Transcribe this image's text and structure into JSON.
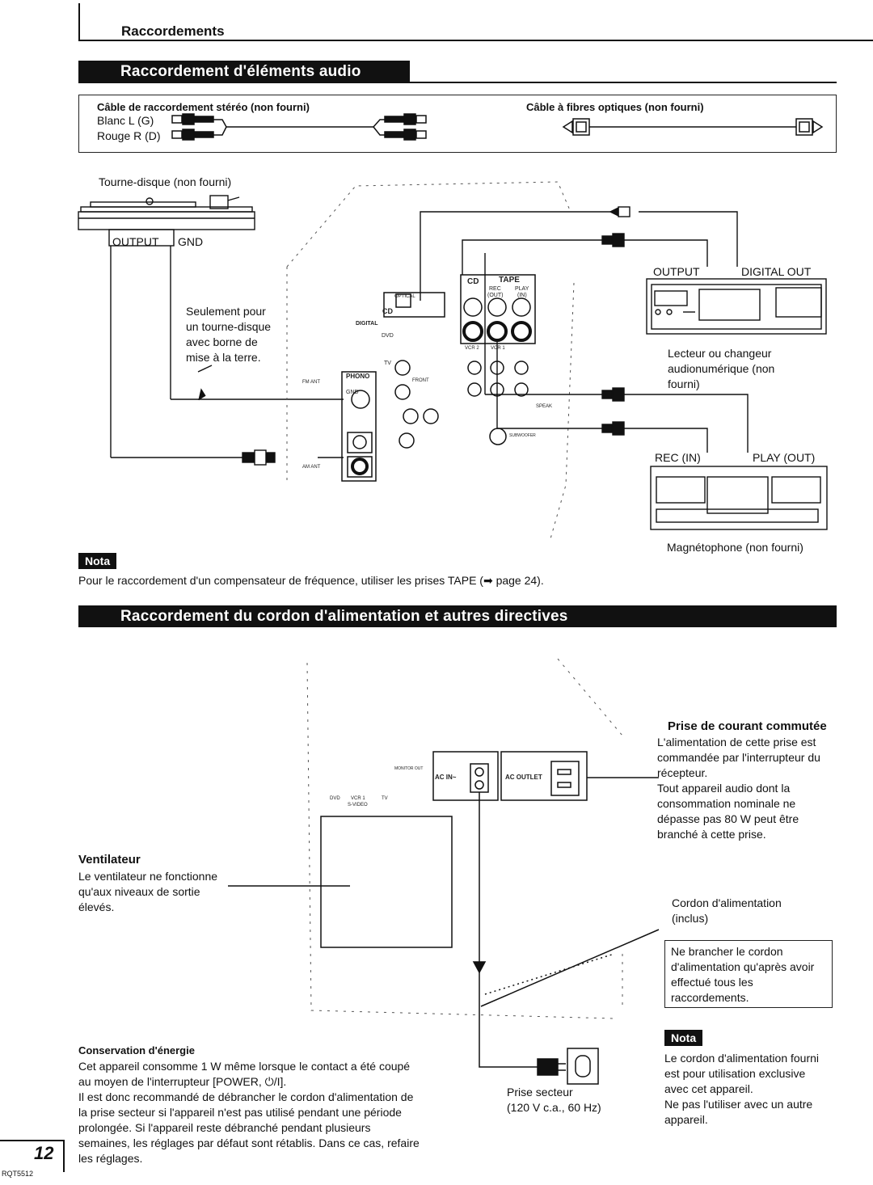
{
  "header": {
    "section": "Raccordements"
  },
  "section1": {
    "title": "Raccordement d'éléments audio"
  },
  "cables": {
    "stereo_title": "Câble de raccordement stéréo (non fourni)",
    "white_label": "Blanc  L (G)",
    "red_label": "Rouge  R (D)",
    "optical_title": "Câble à fibres optiques (non fourni)"
  },
  "diagram1": {
    "turntable_label": "Tourne-disque (non fourni)",
    "output": "OUTPUT",
    "gnd": "GND",
    "ground_note": [
      "Seulement pour",
      "un tourne-disque",
      "avec borne de",
      "mise à la terre."
    ],
    "cd_output": "OUTPUT",
    "digital_out": "DIGITAL OUT",
    "cd_label": [
      "Lecteur ou changeur",
      "audionumérique (non",
      "fourni)"
    ],
    "rec_in": "REC (IN)",
    "play_out": "PLAY (OUT)",
    "tape_label": "Magnétophone (non fourni)",
    "panel": {
      "cd": "CD",
      "tape": "TAPE",
      "rec": "REC",
      "play": "PLAY",
      "out": "(OUT)",
      "in": "(IN)",
      "optical": "OPTICAL",
      "digital": "DIGITAL",
      "dvd": "DVD",
      "tv": "TV",
      "phono": "PHONO",
      "gnd": "GND",
      "vcr2": "VCR 2",
      "vcr1": "VCR 1",
      "front": "FRONT",
      "speak": "SPEAK",
      "subwoofer": "SUBWOOFER",
      "fm_ant": "FM ANT",
      "am_ant": "AM ANT"
    }
  },
  "nota1": {
    "badge": "Nota",
    "text": "Pour le raccordement d'un compensateur de fréquence, utiliser les prises TAPE (➡ page 24)."
  },
  "section2": {
    "title": "Raccordement du cordon d'alimentation et autres directives"
  },
  "switched_outlet": {
    "title": "Prise de courant commutée",
    "lines": [
      "L'alimentation de cette prise est",
      "commandée par l'interrupteur du",
      "récepteur.",
      "Tout appareil audio dont la",
      "consommation nominale ne",
      "dépasse pas 80 W peut être",
      "branché à cette prise."
    ]
  },
  "panel2": {
    "ac_in": "AC IN~",
    "ac_outlet": "AC OUTLET",
    "dvd": "DVD",
    "vcr1": "VCR 1",
    "svideo": "S-VIDEO",
    "tv": "TV",
    "monitor_out": "MONITOR OUT"
  },
  "fan": {
    "title": "Ventilateur",
    "lines": [
      "Le ventilateur ne fonctionne",
      "qu'aux  niveaux  de  sortie",
      "élevés."
    ]
  },
  "power_cord": {
    "label": [
      "Cordon d'alimentation",
      "(inclus)"
    ]
  },
  "warning_box": {
    "lines": [
      "Ne brancher le cordon",
      "d'alimentation qu'après avoir",
      "effectué tous les",
      "raccordements."
    ]
  },
  "energy": {
    "title": "Conservation d'énergie",
    "lines": [
      "Cet appareil consomme 1 W même lorsque le contact a été coupé",
      "au moyen de l'interrupteur [POWER, ⏻/I].",
      "Il est donc recommandé de débrancher le cordon d'alimentation de",
      "la prise secteur si l'appareil n'est pas utilisé pendant une période",
      "prolongée. Si l'appareil reste débranché pendant plusieurs",
      "semaines, les réglages par défaut sont rétablis. Dans ce cas, refaire",
      "les réglages."
    ]
  },
  "outlet": {
    "label": [
      "Prise secteur",
      "(120 V c.a., 60 Hz)"
    ]
  },
  "nota2": {
    "badge": "Nota",
    "lines": [
      "Le cordon d'alimentation fourni",
      "est pour utilisation exclusive",
      "avec cet appareil.",
      "Ne pas l'utiliser avec un autre",
      "appareil."
    ]
  },
  "footer": {
    "page_number": "12",
    "code": "RQT5512"
  }
}
